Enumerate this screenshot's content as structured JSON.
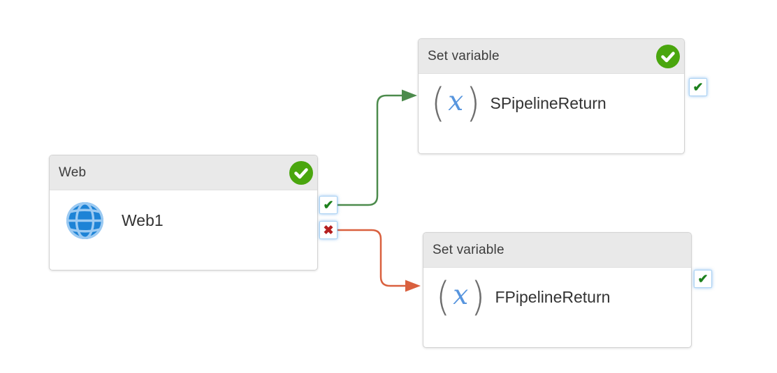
{
  "canvas": {
    "background": "#ffffff"
  },
  "nodes": [
    {
      "type_label": "Web",
      "name": "Web1",
      "status": "succeeded",
      "icon": "web-globe-icon"
    },
    {
      "type_label": "Set variable",
      "name": "SPipelineReturn",
      "status": "succeeded",
      "icon": "set-variable-icon"
    },
    {
      "type_label": "Set variable",
      "name": "FPipelineReturn",
      "status": "",
      "icon": "set-variable-icon"
    }
  ],
  "edges": [
    {
      "from": "Web1",
      "condition": "success",
      "to": "SPipelineReturn"
    },
    {
      "from": "Web1",
      "condition": "failure",
      "to": "FPipelineReturn"
    }
  ],
  "icons": {
    "check_glyph": "✔",
    "cross_glyph": "✖",
    "variable_open": "(",
    "variable_x": "x",
    "variable_close": ")"
  },
  "colors": {
    "success_line": "#4c8b4c",
    "failure_line": "#d9603e",
    "badge_green": "#4aa60e",
    "badge_check_white": "#ffffff",
    "port_check_green": "#1d801d",
    "port_cross_red": "#b51f1f",
    "port_border_blue": "#abd2f3",
    "globe_blue": "#1d83d6",
    "globe_lines_blue": "#9ccaf2",
    "variable_x_blue": "#5795de",
    "paren_gray": "#6e6e6e",
    "header_gray": "#e9e9e9"
  }
}
